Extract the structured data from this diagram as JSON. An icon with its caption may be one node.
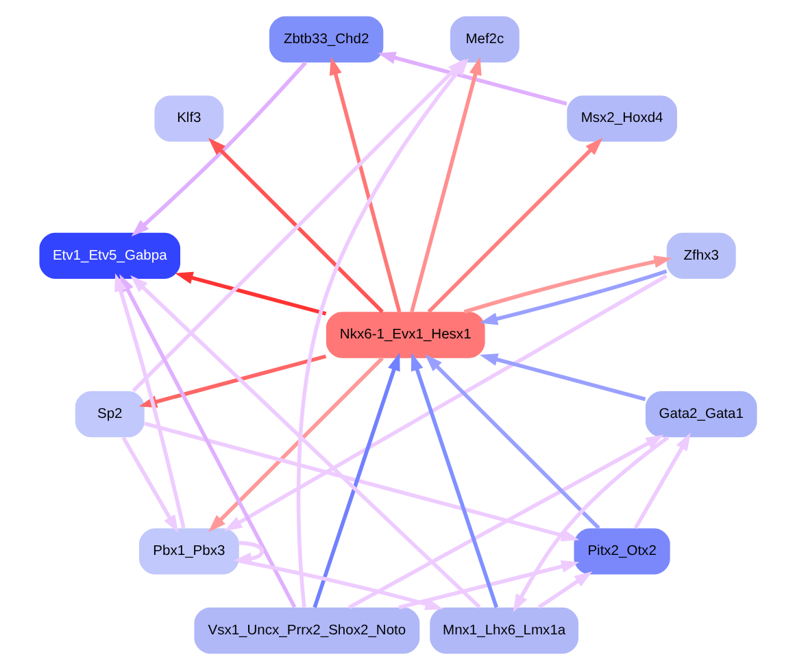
{
  "diagram": {
    "nodes": [
      {
        "text": [
          "Zfhx3"
        ]
      },
      {
        "text": [
          "Msx2_Hoxd4"
        ]
      },
      {
        "text": [
          "Mef2c"
        ]
      },
      {
        "text": [
          "Zbtb33_Chd2"
        ]
      },
      {
        "text": [
          "Klf3"
        ]
      },
      {
        "text": [
          "Etv1_Etv5_Gabpa"
        ]
      },
      {
        "text": [
          "Nkx6-1_Evx1_Hesx1"
        ]
      },
      {
        "text": [
          "Sp2"
        ]
      },
      {
        "text": [
          "Vsx1_Uncx_Prrx2_Shox2_Noto"
        ]
      },
      {
        "text": [
          "Pbx1_Pbx3"
        ]
      },
      {
        "text": [
          "Mnx1_Lhx6_Lmx1a"
        ]
      },
      {
        "text": [
          "Pitx2_Otx2"
        ]
      },
      {
        "text": [
          "Gata2_Gata1"
        ]
      }
    ],
    "edges": [
      {
        "from": 6,
        "to": 0,
        "arrow": "to",
        "color": "#ff9999"
      },
      {
        "from": 0,
        "to": 6,
        "arrow": "to",
        "color": "#99a0ff"
      },
      {
        "from": 6,
        "to": 1,
        "arrow": "to",
        "color": "#ff8080"
      },
      {
        "from": 6,
        "to": 2,
        "arrow": "to",
        "color": "#ff9090"
      },
      {
        "from": 6,
        "to": 3,
        "arrow": "to",
        "color": "#ff7777"
      },
      {
        "from": 6,
        "to": 4,
        "arrow": "to",
        "color": "#ff5555"
      },
      {
        "from": 6,
        "to": 5,
        "arrow": "to",
        "color": "#ff3333"
      },
      {
        "from": 6,
        "to": 7,
        "arrow": "to",
        "color": "#ff6666"
      },
      {
        "from": 6,
        "to": 9,
        "arrow": "to",
        "color": "#ff9999"
      },
      {
        "from": 1,
        "to": 3,
        "arrow": "to",
        "color": "#e0b0ff"
      },
      {
        "from": 3,
        "to": 5,
        "arrow": "to",
        "color": "#e0b0ff"
      },
      {
        "from": 8,
        "to": 5,
        "arrow": "to",
        "color": "#e0b0ff"
      },
      {
        "from": 8,
        "to": 6,
        "arrow": "to",
        "color": "#7080ff"
      },
      {
        "from": 8,
        "to": 2,
        "arrow": "to"
      },
      {
        "from": 7,
        "to": 2,
        "arrow": "to"
      },
      {
        "from": 0,
        "to": 9,
        "arrow": "to"
      },
      {
        "from": 7,
        "to": 9,
        "arrow": "to"
      },
      {
        "from": 7,
        "to": 11,
        "arrow": "to"
      },
      {
        "from": 9,
        "to": 5,
        "arrow": "to"
      },
      {
        "from": 10,
        "to": 5,
        "arrow": "to"
      },
      {
        "from": 8,
        "to": 12,
        "arrow": "to"
      },
      {
        "from": 8,
        "to": 11,
        "arrow": "to"
      },
      {
        "from": 10,
        "to": 11,
        "arrow": "to"
      },
      {
        "from": 9,
        "to": 10,
        "arrow": "to"
      },
      {
        "from": 9,
        "to": 9,
        "arrow": "to"
      },
      {
        "from": 11,
        "to": 12,
        "arrow": "to"
      },
      {
        "from": 12,
        "to": 10,
        "arrow": "to"
      },
      {
        "from": 11,
        "to": 6,
        "arrow": "to",
        "color": "#99a0ff"
      },
      {
        "from": 12,
        "to": 6,
        "arrow": "to",
        "color": "#99a0ff"
      },
      {
        "from": 10,
        "to": 6,
        "arrow": "to",
        "color": "#8090ff"
      }
    ]
  }
}
